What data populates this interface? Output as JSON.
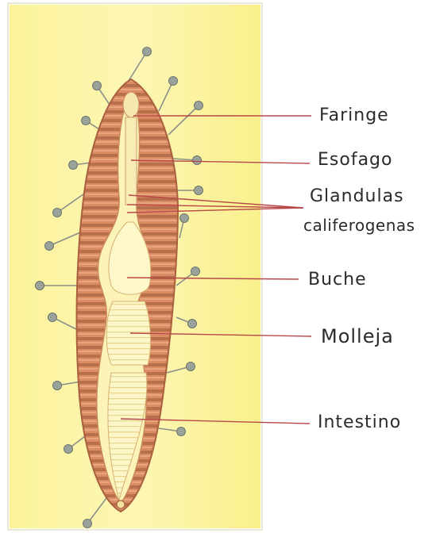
{
  "labels": {
    "faringe": "Faringe",
    "esofago": "Esofago",
    "glandulas_line1": "Glandulas",
    "glandulas_line2": "califerogenas",
    "buche": "Buche",
    "molleja": "Molleja",
    "intestino": "Intestino"
  },
  "colors": {
    "paper": "#fdfbe6",
    "highlighter": "#f8ef7a",
    "body_orange": "#d9825a",
    "body_dark": "#b06845",
    "gut_yellow": "#fbf3b8",
    "leader_red": "#c04a4a",
    "pin_gray": "#8a8f8a"
  }
}
